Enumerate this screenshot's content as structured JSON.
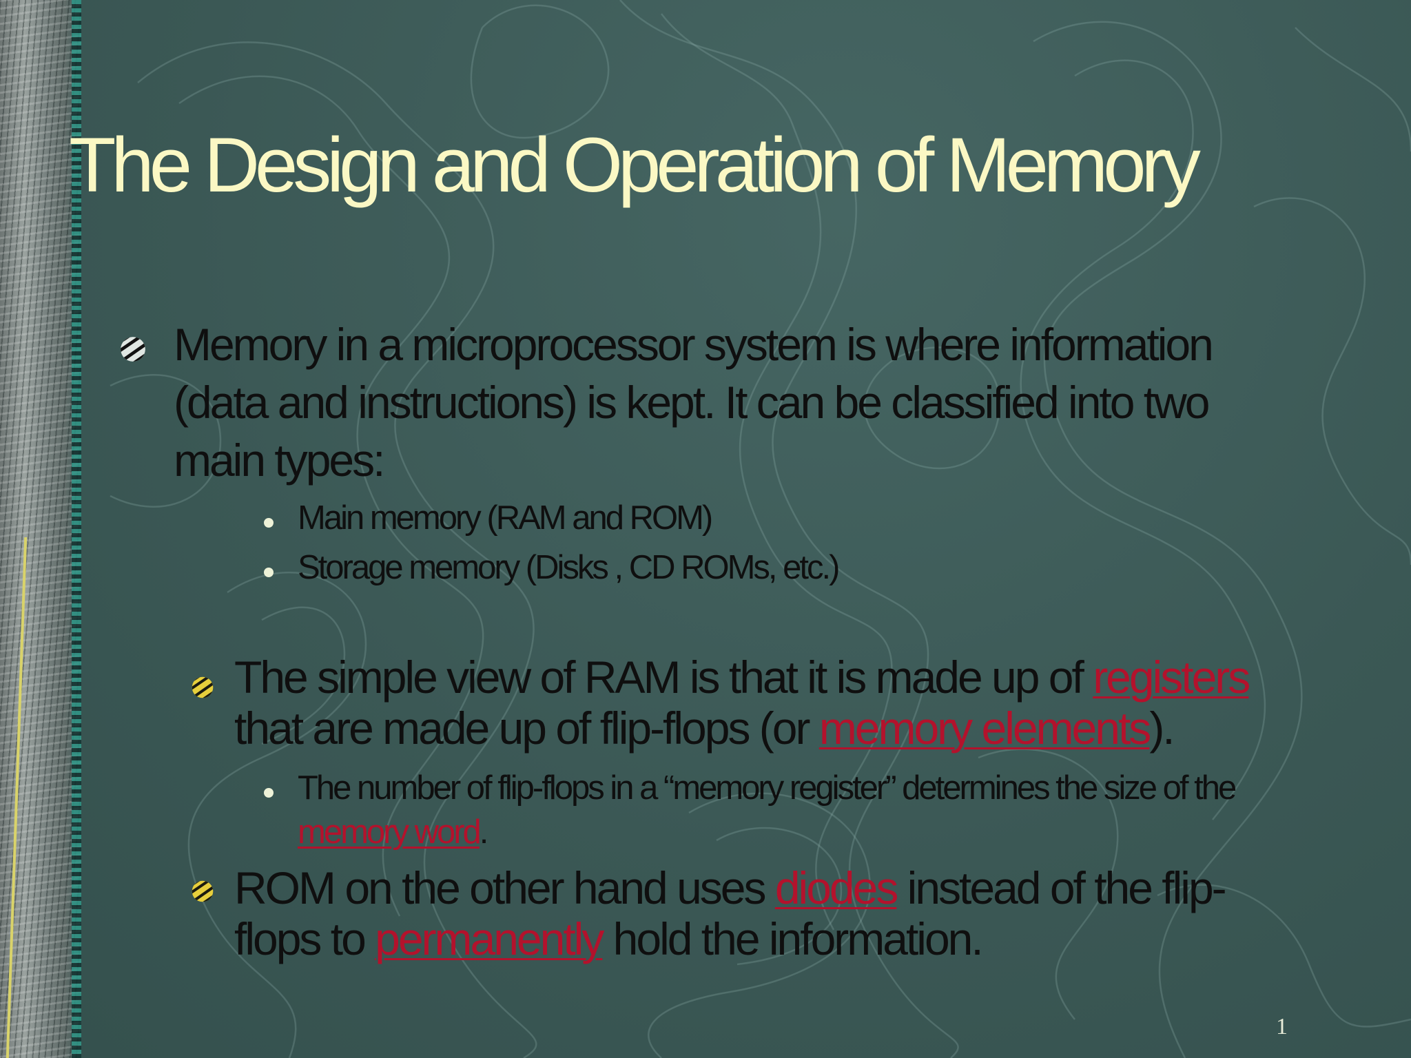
{
  "slide": {
    "title": "The Design and Operation of Memory",
    "page_number": "1",
    "bullet1": {
      "text": "Memory in a microprocessor system is where information (data and instructions) is kept. It can be classified into two main types:",
      "sub": [
        "Main memory (RAM and ROM)",
        "Storage memory (Disks , CD ROMs, etc.)"
      ]
    },
    "bullet2": {
      "text_before": "The simple view of RAM is that it is made up of ",
      "link1": "registers",
      "text_mid": " that are made up of flip-flops (or ",
      "link2": "memory elements",
      "text_after": ").",
      "sub": {
        "text_before": "The number of flip-flops in a “memory register” determines the size of the ",
        "link": "memory word",
        "text_after": "."
      }
    },
    "bullet3": {
      "text_before": "ROM on the other hand uses ",
      "link1": "diodes",
      "text_mid": " instead of the flip-flops to ",
      "link2": "permanently",
      "text_after": " hold the information."
    }
  },
  "colors": {
    "background": "#3c5a57",
    "title": "#fbf8c4",
    "body_text": "#0f0f0f",
    "hyperlink": "#b3122c",
    "sub_bullet_dot": "#eef2d8"
  },
  "icons": {
    "level1_bullet": "striped-sphere-icon",
    "level1_bullet_gold": "gold-striped-sphere-icon",
    "level2_bullet": "dot-icon"
  }
}
